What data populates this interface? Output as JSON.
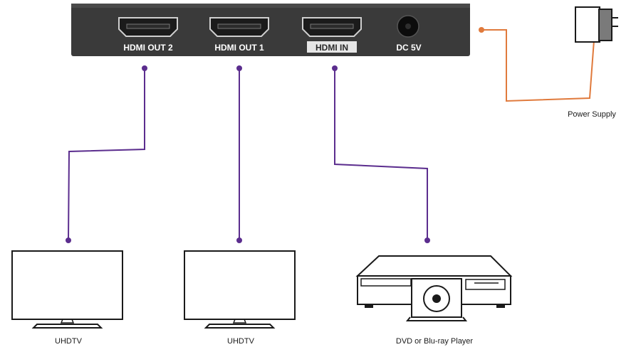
{
  "device": {
    "ports": [
      {
        "label": "HDMI OUT 2",
        "type": "hdmi",
        "highlighted": false
      },
      {
        "label": "HDMI OUT 1",
        "type": "hdmi",
        "highlighted": false
      },
      {
        "label": "HDMI IN",
        "type": "hdmi",
        "highlighted": true
      },
      {
        "label": "DC 5V",
        "type": "dc-jack",
        "highlighted": false
      }
    ]
  },
  "devices": [
    {
      "label": "UHDTV",
      "icon": "tv-icon"
    },
    {
      "label": "UHDTV",
      "icon": "tv-icon"
    },
    {
      "label": "DVD or Blu-ray Player",
      "icon": "disc-player-icon"
    },
    {
      "label": "Power Supply",
      "icon": "power-adapter-icon"
    }
  ],
  "colors": {
    "device_body": "#3a3a3a",
    "port_label": "#ffffff",
    "hdmi_cable": "#5b2d8e",
    "power_cable": "#e07a3c",
    "outline": "#1a1a1a"
  }
}
